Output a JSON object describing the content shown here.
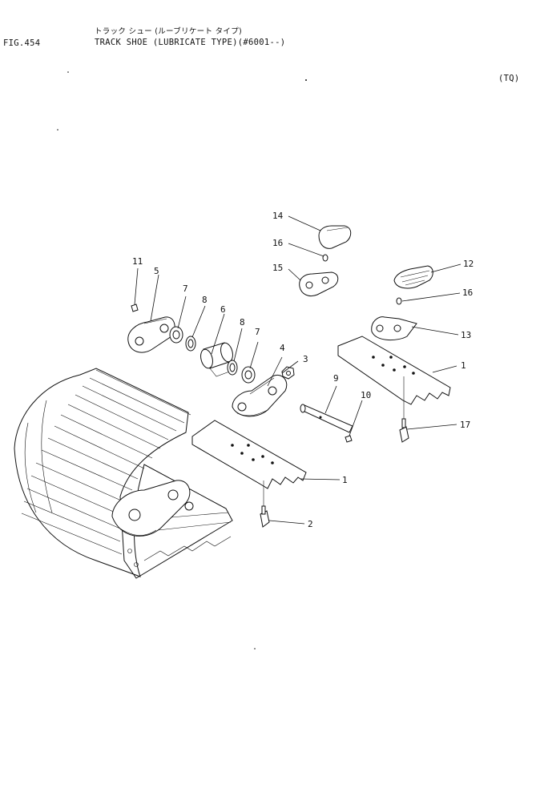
{
  "header": {
    "figure_number": "FIG.454",
    "title_japanese": "トラック シュー (ルーブリケート タイプ)",
    "title": "TRACK SHOE (LUBRICATE TYPE)(#6001--)",
    "model_code": "(TQ)"
  },
  "callouts": {
    "c1a": "1",
    "c1b": "1",
    "c2": "2",
    "c3": "3",
    "c4": "4",
    "c5": "5",
    "c6": "6",
    "c7a": "7",
    "c7b": "7",
    "c8a": "8",
    "c8b": "8",
    "c9": "9",
    "c10": "10",
    "c11": "11",
    "c12": "12",
    "c13": "13",
    "c14": "14",
    "c15": "15",
    "c16a": "16",
    "c16b": "16",
    "c17": "17"
  }
}
